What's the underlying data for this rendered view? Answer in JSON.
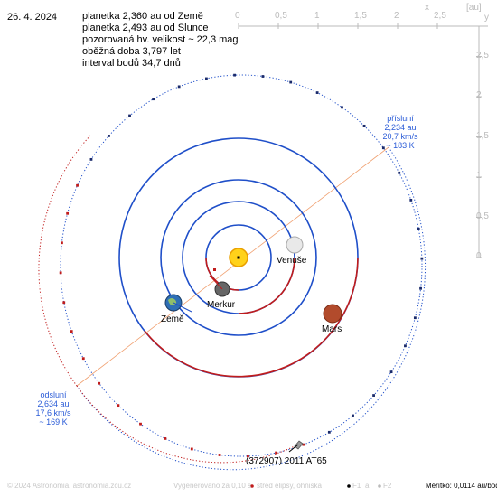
{
  "header": {
    "date": "26. 4. 2024",
    "info_lines": [
      "planetka 2,360 au od Země",
      "planetka 2,493 au od Slunce",
      "pozorovaná hv. velikost ~ 22,3 mag",
      "oběžná doba 3,797 let",
      "interval bodů 34,7 dnů"
    ]
  },
  "axes": {
    "unit": "[au]",
    "x_label": "x",
    "y_label": "y",
    "x_ticks": [
      "0",
      "0,5",
      "1",
      "1,5",
      "2",
      "2,5"
    ],
    "y_ticks": [
      "2,5",
      "2",
      "1,5",
      "1",
      "0,5",
      "0"
    ]
  },
  "bodies": {
    "venus": "Venuše",
    "mercury": "Merkur",
    "earth": "Země",
    "mars": "Mars",
    "asteroid": "(372907) 2011 AT65"
  },
  "perihelion": {
    "title": "přísluní",
    "distance": "2,234 au",
    "speed": "20,7 km/s",
    "temperature": "~ 183 K"
  },
  "aphelion": {
    "title": "odsluní",
    "distance": "2,634 au",
    "speed": "17,6 km/s",
    "temperature": "~ 169 K"
  },
  "footer": {
    "copyright": "© 2024 Astronomia, astronomia.zcu.cz",
    "generated": "Vygenerováno za 0,10 s",
    "legend_center": "střed elipsy, ohniska",
    "legend_f1": "F1",
    "legend_a": "a",
    "legend_f2": "F2",
    "scale": "Měřítko: 0,0114 au/bod"
  },
  "colors": {
    "orbit_blue": "#1f4fc9",
    "orbit_red": "#c01c1c",
    "apsis_line": "#f0a070",
    "annotation_blue": "#2a5bd7",
    "axis_gray": "#bbbbbb"
  }
}
